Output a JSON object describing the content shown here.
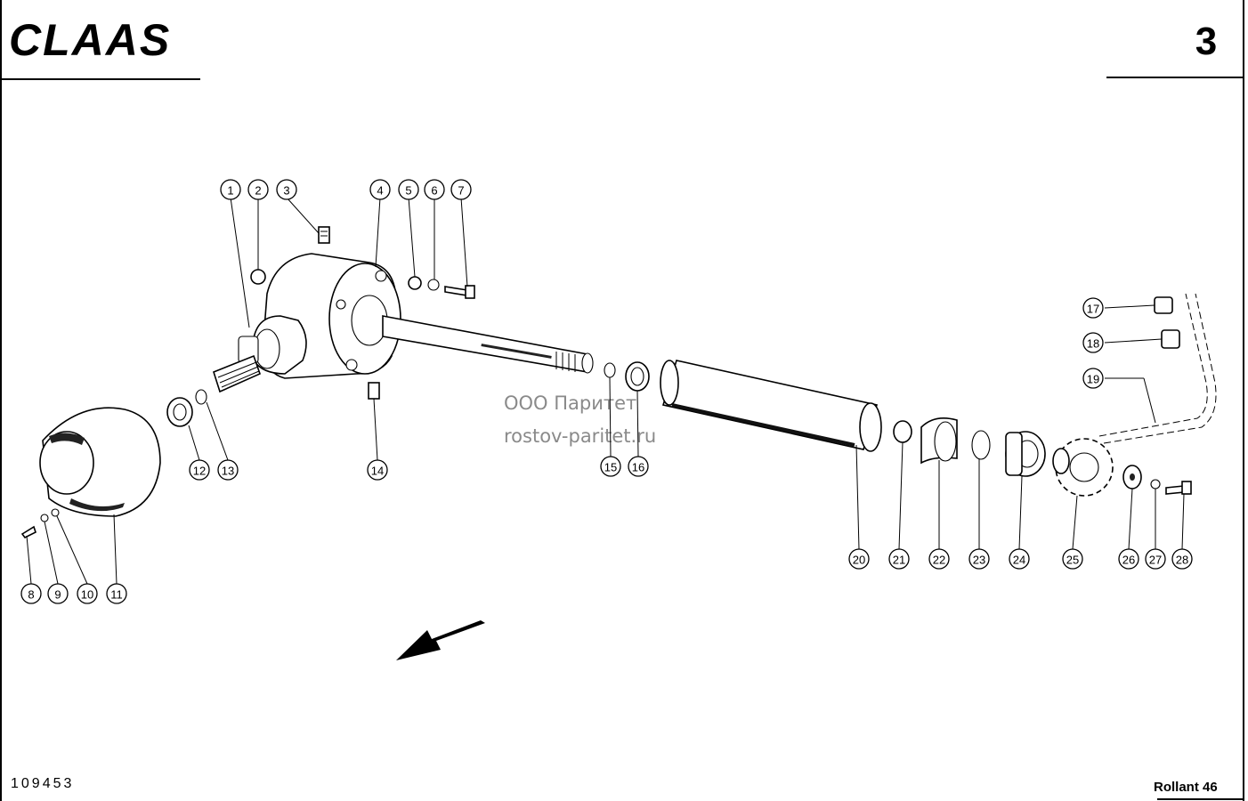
{
  "header": {
    "brand": "CLAAS",
    "page_number": "3"
  },
  "footer": {
    "document_id": "109453",
    "model": "Rollant 46"
  },
  "watermark": {
    "line1": "ООО Паритет",
    "line2": "rostov-paritet.ru"
  },
  "callouts": [
    "1",
    "2",
    "3",
    "4",
    "5",
    "6",
    "7",
    "8",
    "9",
    "10",
    "11",
    "12",
    "13",
    "14",
    "15",
    "16",
    "17",
    "18",
    "19",
    "20",
    "21",
    "22",
    "23",
    "24",
    "25",
    "26",
    "27",
    "28"
  ]
}
